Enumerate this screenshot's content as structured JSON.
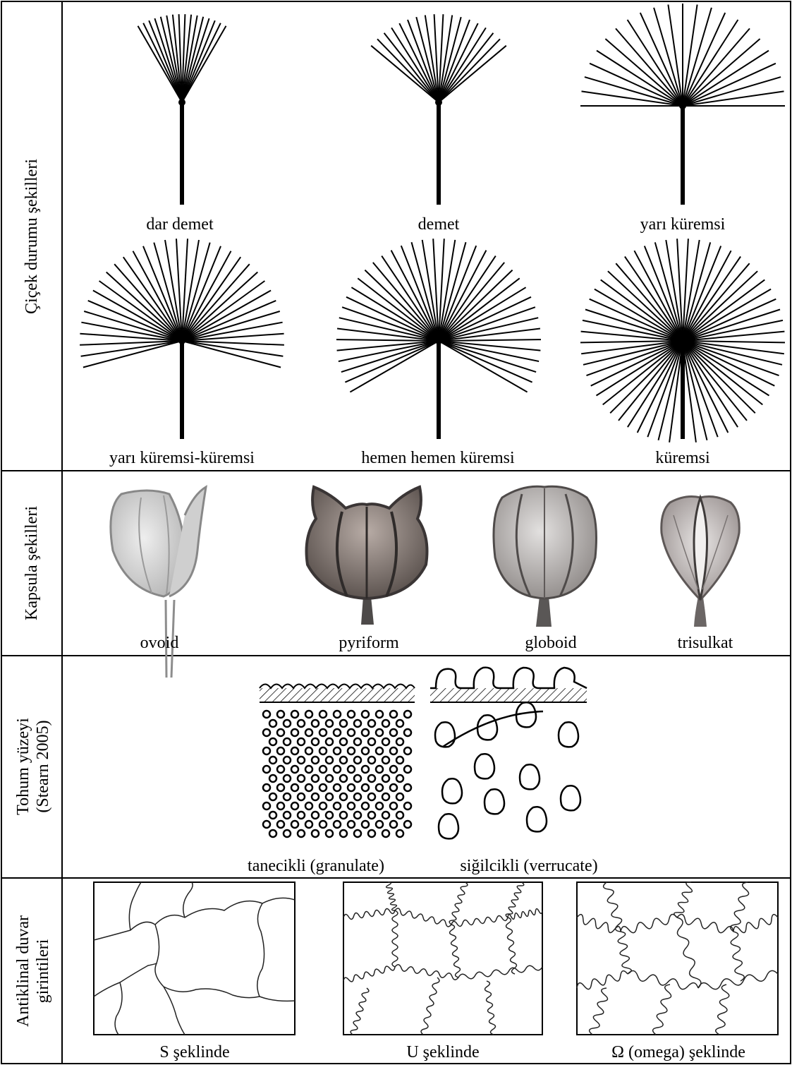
{
  "rows": [
    {
      "heading": "Çiçek durumu şekilleri",
      "items": [
        {
          "label": "dar demet",
          "spread_deg": 60,
          "rays": 16
        },
        {
          "label": "demet",
          "spread_deg": 100,
          "rays": 18
        },
        {
          "label": "yarı küremsi",
          "spread_deg": 180,
          "rays": 23
        },
        {
          "label": "yarı küremsi-küremsi",
          "spread_deg": 210,
          "rays": 34
        },
        {
          "label": "hemen hemen küremsi",
          "spread_deg": 240,
          "rays": 40
        },
        {
          "label": "küremsi",
          "spread_deg": 345,
          "rays": 56
        }
      ]
    },
    {
      "heading": "Kapsula şekilleri",
      "items": [
        {
          "label": "ovoid"
        },
        {
          "label": "pyriform"
        },
        {
          "label": "globoid"
        },
        {
          "label": "trisulkat"
        }
      ]
    },
    {
      "heading_lines": [
        "Tohum yüzeyi",
        "(Stearn 2005)"
      ],
      "items": [
        {
          "label": "tanecikli (granulate)"
        },
        {
          "label": "siğilcikli (verrucate)"
        }
      ]
    },
    {
      "heading_lines": [
        "Antiklinal duvar",
        "girintileri"
      ],
      "items": [
        {
          "label": "S şeklinde"
        },
        {
          "label": "U şeklinde"
        },
        {
          "label": "Ω (omega) şeklinde"
        }
      ]
    }
  ]
}
